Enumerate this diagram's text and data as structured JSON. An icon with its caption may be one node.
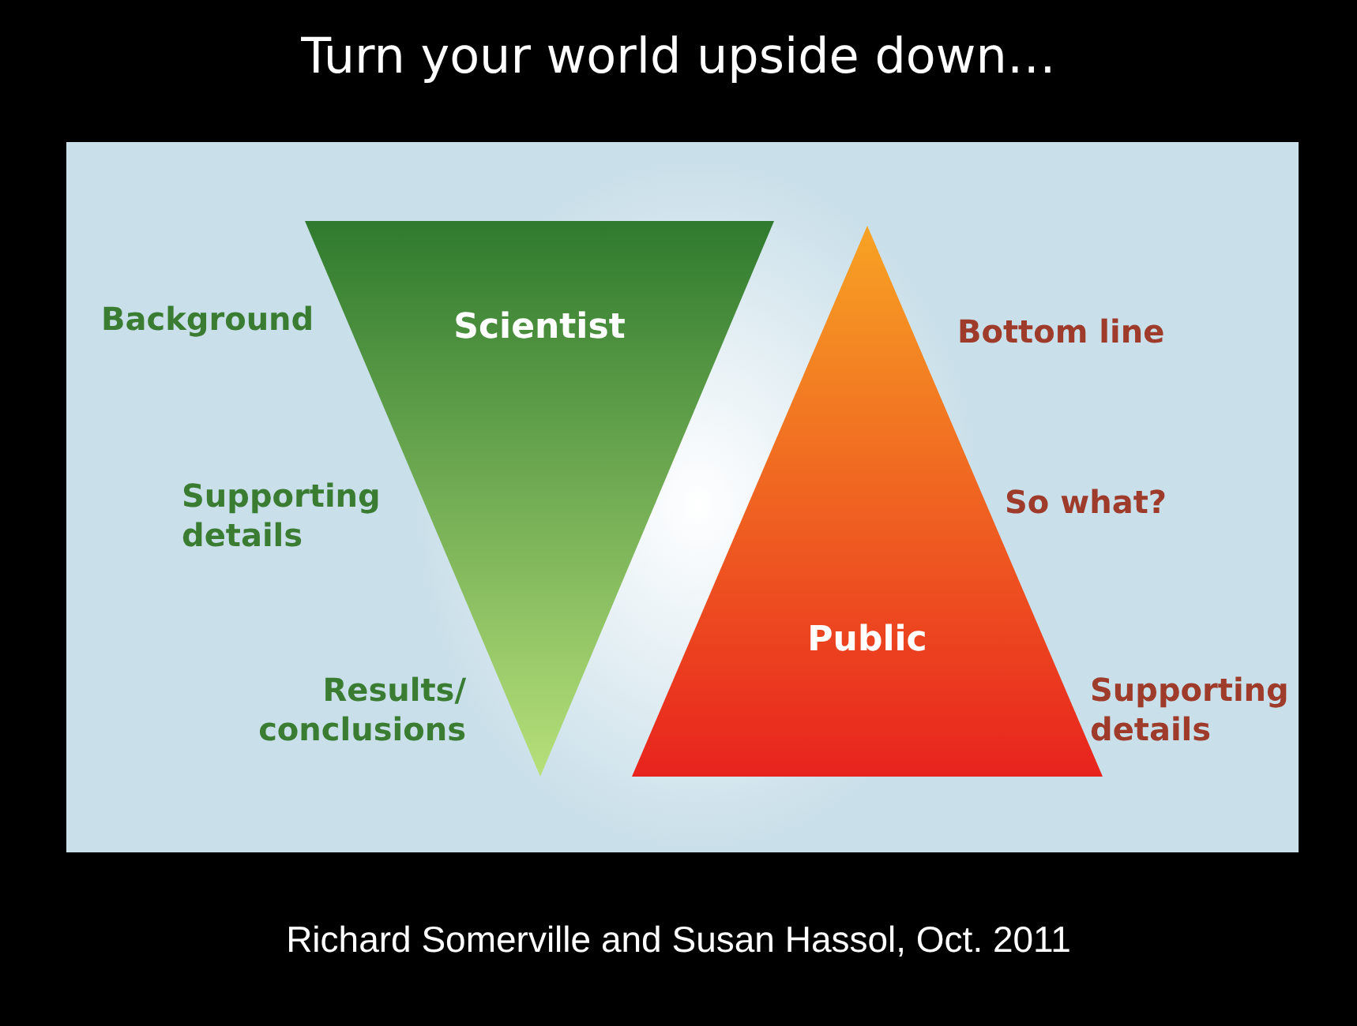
{
  "diagram": {
    "title": "Turn your world upside down…",
    "caption": "Richard Somerville and Susan Hassol, Oct. 2011",
    "nodes": [
      {
        "text": [
          "Scientist"
        ],
        "beside": [
          "Background",
          "Supporting details",
          "Results/ conclusions"
        ]
      },
      {
        "text": [
          "Public"
        ],
        "beside": [
          "Bottom line",
          "So what?",
          "Supporting details"
        ]
      }
    ],
    "edges": []
  }
}
